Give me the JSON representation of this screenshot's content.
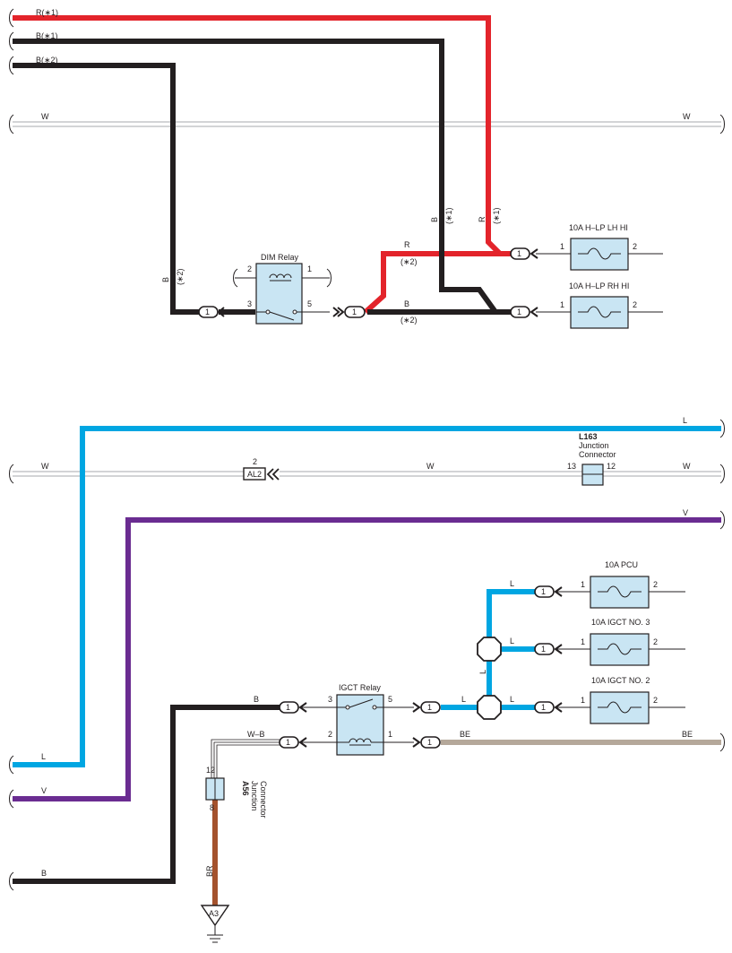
{
  "colors": {
    "red": "#e3242b",
    "black": "#231f20",
    "white_wire": "#a7a9ac",
    "blue": "#00a6e2",
    "purple": "#6a2c91",
    "beige": "#b5a89a",
    "brown": "#a4522d",
    "component_fill": "#c9e5f3"
  },
  "wires": {
    "r1": "R(∗1)",
    "b1": "B(∗1)",
    "b2": "B(∗2)",
    "w": "W",
    "b": "B",
    "r": "R",
    "star1": "(∗1)",
    "star2": "(∗2)",
    "l": "L",
    "v": "V",
    "wb": "W–B",
    "be": "BE",
    "br": "BR"
  },
  "relays": {
    "dim": {
      "label": "DIM Relay",
      "pin2": "2",
      "pin1": "1",
      "pin3": "3",
      "pin5": "5"
    },
    "igct": {
      "label": "IGCT Relay",
      "pin3": "3",
      "pin5": "5",
      "pin2": "2",
      "pin1": "1"
    }
  },
  "fuses": {
    "hlp_lh_hi": {
      "label": "10A H–LP LH HI",
      "pin_in": "1",
      "pin_out": "2"
    },
    "hlp_rh_hi": {
      "label": "10A H–LP RH HI",
      "pin_in": "1",
      "pin_out": "2"
    },
    "pcu": {
      "label": "10A PCU",
      "pin_in": "1",
      "pin_out": "2"
    },
    "igct3": {
      "label": "10A IGCT NO. 3",
      "pin_in": "1",
      "pin_out": "2"
    },
    "igct2": {
      "label": "10A IGCT NO. 2",
      "pin_in": "1",
      "pin_out": "2"
    }
  },
  "connectors": {
    "pin_one": "1",
    "al2": {
      "label": "AL2",
      "pin": "2"
    },
    "l163": {
      "code": "L163",
      "line1": "Junction",
      "line2": "Connector",
      "pin_left": "13",
      "pin_right": "12"
    },
    "a56": {
      "code": "A56",
      "line1": "Junction",
      "line2": "Connector",
      "pin_top": "12",
      "pin_bottom": "8"
    },
    "ground": {
      "label": "A3"
    }
  }
}
